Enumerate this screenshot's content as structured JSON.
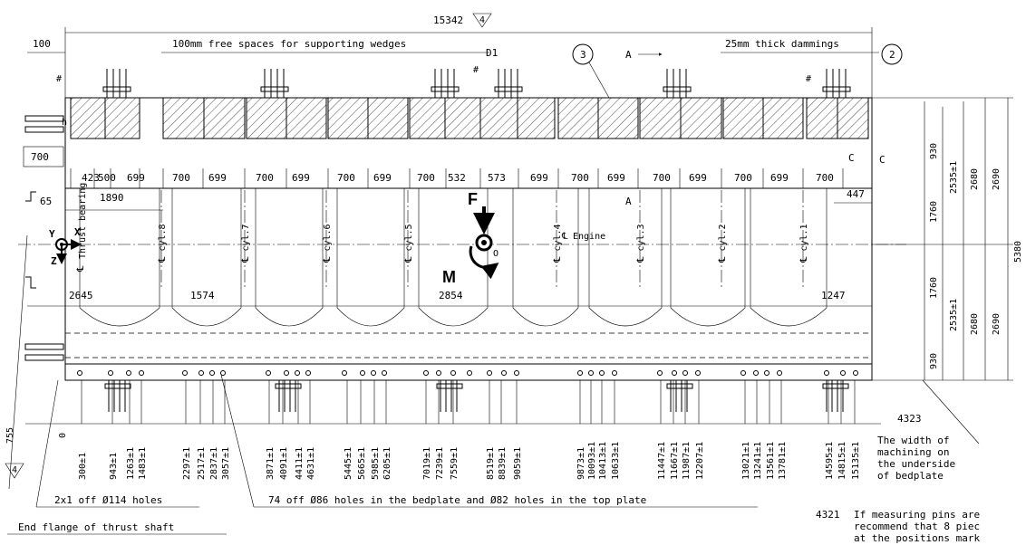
{
  "overall_length": "15342",
  "tolerance_marker": "4",
  "dim_100": "100",
  "free_space_note": "100mm free spaces for supporting wedges",
  "detail_label": "D1",
  "item_3": "3",
  "item_2": "2",
  "section_a": "A",
  "damming_note": "25mm thick dammings",
  "hash": "#",
  "h_label": "h",
  "c_label": "C",
  "dim_700_left": "700",
  "top_row_dims": [
    "423",
    "500",
    "699",
    "700",
    "699",
    "700",
    "699",
    "700",
    "699",
    "700",
    "532",
    "573",
    "699",
    "700",
    "699",
    "700",
    "699",
    "700",
    "699",
    "700"
  ],
  "dim_65": "65",
  "dim_1890": "1890",
  "dim_447": "447",
  "dim_2645": "2645",
  "dim_1574": "1574",
  "dim_2854": "2854",
  "dim_1247": "1247",
  "cylinders": [
    "cyl.8",
    "cyl.7",
    "cyl.6",
    "cyl.5",
    "cyl.4",
    "cyl.3",
    "cyl.2",
    "cyl.1"
  ],
  "thrust_bearing": "Thrust bearing",
  "engine_cl": "Engine",
  "cl_symbol": "℄",
  "axis_x": "X",
  "axis_y": "Y",
  "axis_z": "Z",
  "force_f": "F",
  "moment_m": "M",
  "origin_o": "O",
  "right_dims": {
    "d930_top": "930",
    "d1760_top": "1760",
    "d1760_bot": "1760",
    "d930_bot": "930",
    "d2535_top": "2535±1",
    "d2535_bot": "2535±1",
    "d2680_top": "2680",
    "d2680_bot": "2680",
    "d2690_top": "2690",
    "d2690_bot": "2690",
    "d5380": "5380"
  },
  "dim_755": "755",
  "zero_mark": "0",
  "bottom_dims": [
    "300±1",
    "943±1",
    "1263±1",
    "1483±1",
    "2297±1",
    "2517±1",
    "2837±1",
    "3057±1",
    "3871±1",
    "4091±1",
    "4411±1",
    "4631±1",
    "5445±1",
    "5665±1",
    "5985±1",
    "6205±1",
    "7019±1",
    "7239±1",
    "7559±1",
    "8519±1",
    "8839±1",
    "9059±1",
    "9873±1",
    "10093±1",
    "10413±1",
    "10633±1",
    "11447±1",
    "11667±1",
    "11987±1",
    "12207±1",
    "13021±1",
    "13241±1",
    "13561±1",
    "13781±1",
    "14595±1",
    "14815±1",
    "15135±1"
  ],
  "note_4323_num": "4323",
  "note_4323_lines": [
    "The width of",
    "machining on",
    "the underside",
    "of bedplate"
  ],
  "note_holes_114": "2x1 off Ø114 holes",
  "note_holes_86": "74 off Ø86 holes in the bedplate and Ø82 holes in the top plate",
  "note_end_flange": "End flange of thrust shaft",
  "note_4321_num": "4321",
  "note_4321_lines": [
    "If measuring pins are",
    "recommend that 8 piec",
    "at the positions mark"
  ]
}
